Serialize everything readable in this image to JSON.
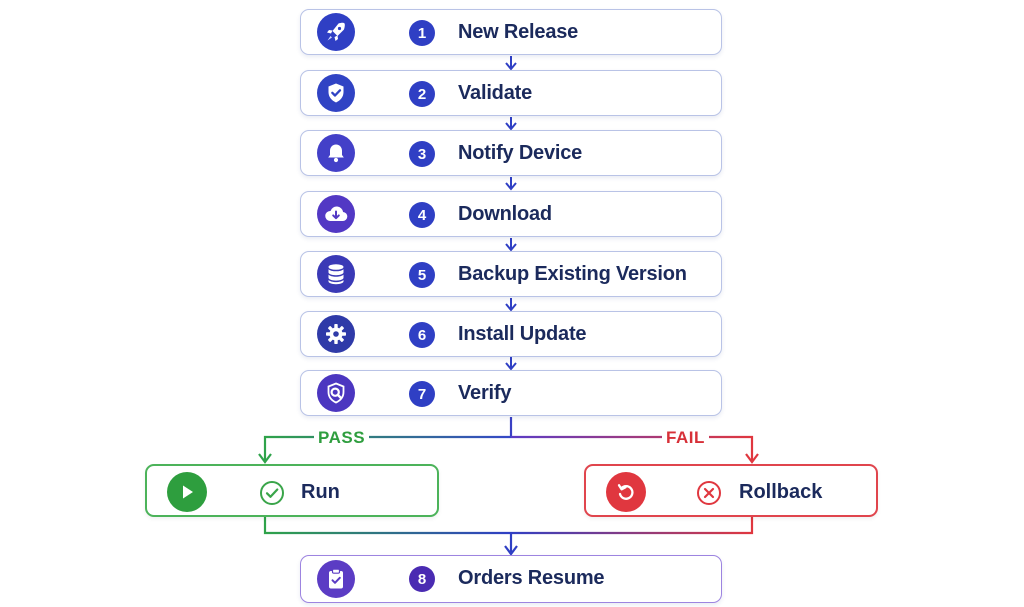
{
  "steps": [
    {
      "number": "1",
      "label": "New Release",
      "icon": "rocket-icon"
    },
    {
      "number": "2",
      "label": "Validate",
      "icon": "shield-check-icon"
    },
    {
      "number": "3",
      "label": "Notify Device",
      "icon": "bell-icon"
    },
    {
      "number": "4",
      "label": "Download",
      "icon": "cloud-download-icon"
    },
    {
      "number": "5",
      "label": "Backup Existing Version",
      "icon": "database-icon"
    },
    {
      "number": "6",
      "label": "Install Update",
      "icon": "gear-icon"
    },
    {
      "number": "7",
      "label": "Verify",
      "icon": "shield-search-icon"
    },
    {
      "number": "8",
      "label": "Orders Resume",
      "icon": "clipboard-check-icon"
    }
  ],
  "branches": {
    "pass": {
      "label": "PASS",
      "color": "#2f9e3f"
    },
    "fail": {
      "label": "FAIL",
      "color": "#d73038"
    }
  },
  "outcomes": {
    "pass": {
      "label": "Run",
      "icon": "play-icon",
      "status_icon": "check-circle-icon",
      "color": "#3aa54a"
    },
    "fail": {
      "label": "Rollback",
      "icon": "undo-icon",
      "status_icon": "x-circle-icon",
      "color": "#e0373f"
    }
  },
  "colors": {
    "primary": "#2f3fc4",
    "accent_purple": "#5b3cc4",
    "text": "#1b2a5c",
    "card_border": "#b9c3e6"
  }
}
